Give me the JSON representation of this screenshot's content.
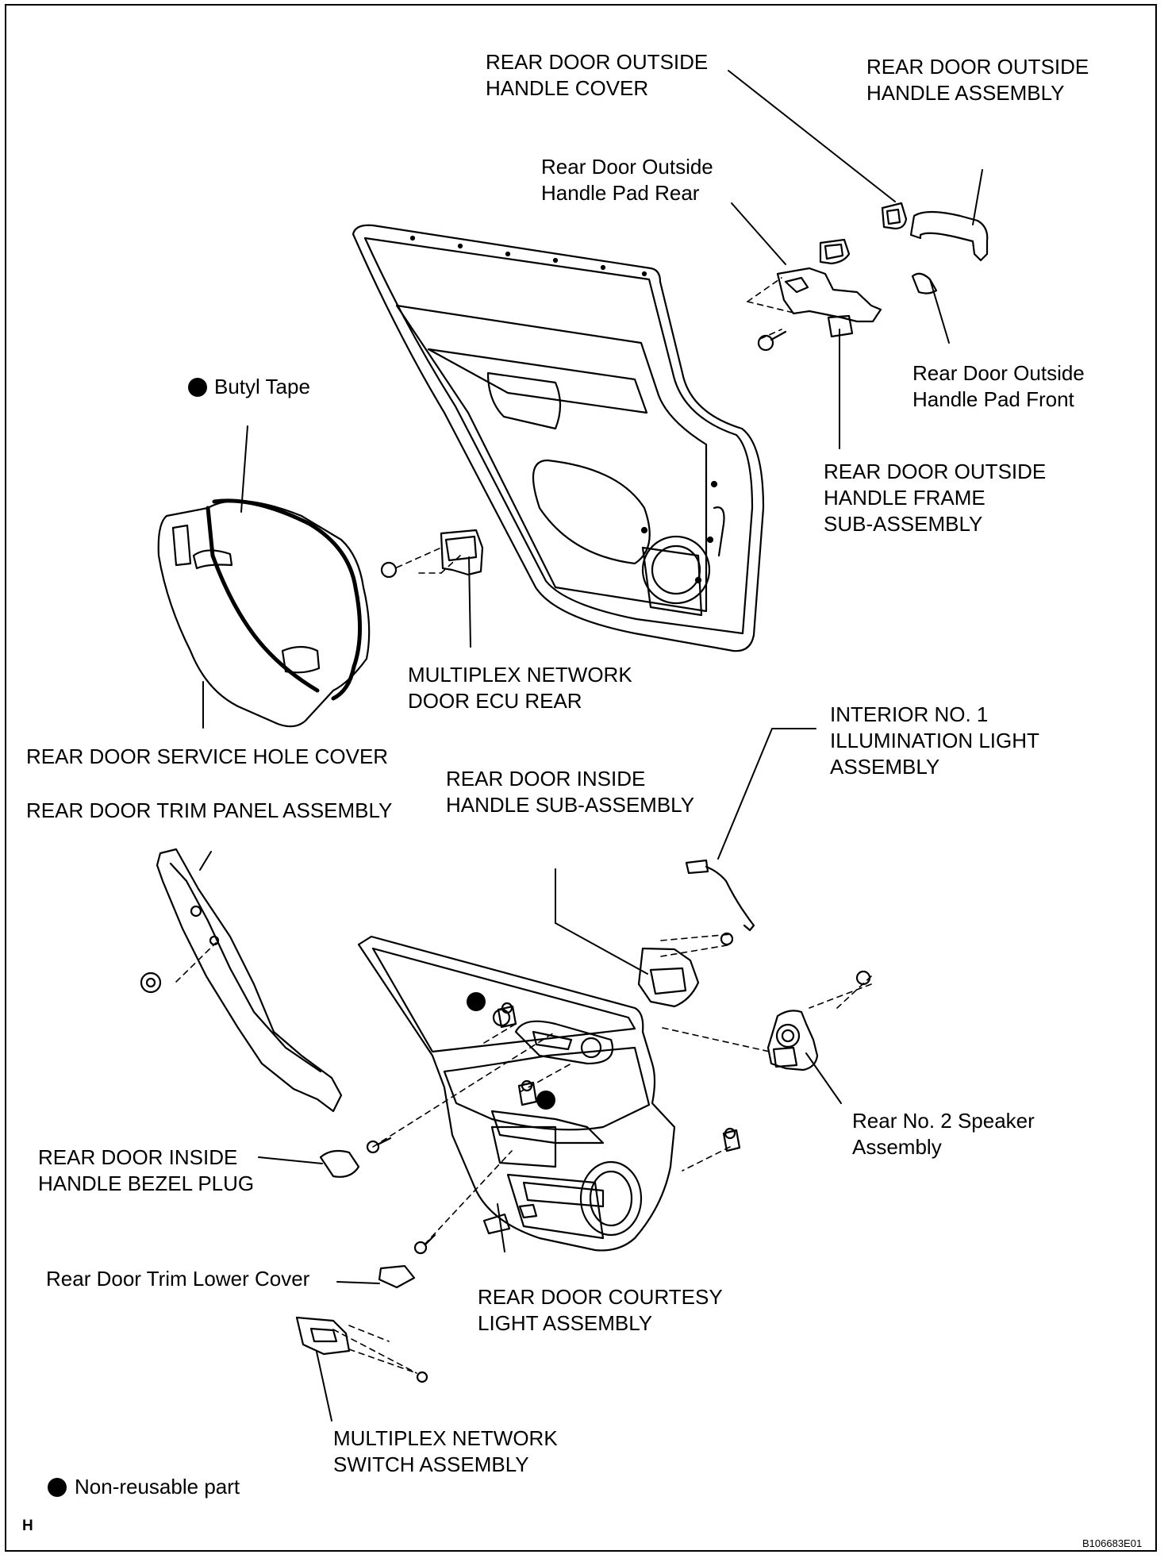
{
  "labels": {
    "outside_handle_cover": "REAR DOOR OUTSIDE\nHANDLE COVER",
    "outside_handle_assembly": "REAR DOOR OUTSIDE\nHANDLE ASSEMBLY",
    "outside_handle_pad_rear": "Rear Door Outside\nHandle Pad Rear",
    "outside_handle_pad_front": "Rear Door Outside\nHandle Pad Front",
    "outside_handle_frame": "REAR DOOR OUTSIDE\nHANDLE FRAME\nSUB-ASSEMBLY",
    "butyl_tape": "Butyl Tape",
    "multiplex_ecu": "MULTIPLEX NETWORK\nDOOR ECU REAR",
    "service_hole_cover": "REAR DOOR SERVICE HOLE COVER",
    "trim_panel": "REAR DOOR TRIM PANEL ASSEMBLY",
    "inside_handle": "REAR DOOR INSIDE\nHANDLE SUB-ASSEMBLY",
    "illumination_light": "INTERIOR NO. 1\nILLUMINATION LIGHT\nASSEMBLY",
    "speaker": "Rear No. 2 Speaker\nAssembly",
    "bezel_plug": "REAR DOOR INSIDE\nHANDLE BEZEL PLUG",
    "trim_lower_cover": "Rear Door Trim Lower Cover",
    "courtesy_light": "REAR DOOR COURTESY\nLIGHT ASSEMBLY",
    "multiplex_switch": "MULTIPLEX NETWORK\nSWITCH ASSEMBLY",
    "non_reusable": "Non-reusable part",
    "corner_letter": "H",
    "figure_code": "B106683E01"
  },
  "icons": {
    "non_reusable_marker": "filled-black-circle"
  },
  "colors": {
    "line": "#000000",
    "background": "#ffffff"
  }
}
